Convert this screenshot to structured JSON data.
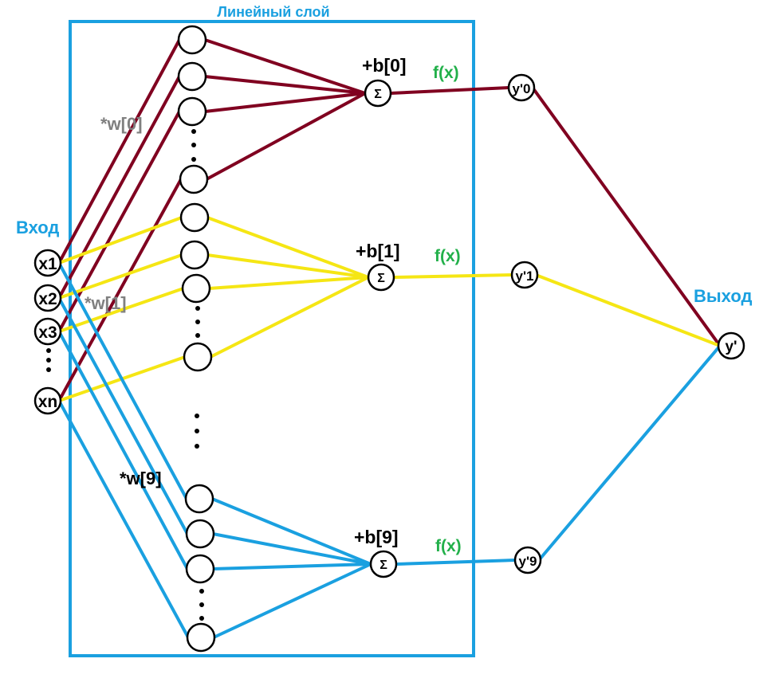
{
  "title": "Линейный слой",
  "input_label": "Вход",
  "output_label": "Выход",
  "inputs": [
    "x1",
    "x2",
    "x3",
    "xn"
  ],
  "weights": [
    "*w[0]",
    "*w[1]",
    "*w[9]"
  ],
  "biases": [
    "+b[0]",
    "+b[1]",
    "+b[9]"
  ],
  "activation": "f(x)",
  "sum_symbol": "Σ",
  "outputs": [
    "y'0",
    "y'1",
    "y'9"
  ],
  "final_output": "y'",
  "colors": {
    "box": "#1aa0e0",
    "group0": "#800020",
    "group1": "#f5e614",
    "group9": "#1aa0e0",
    "label_blue": "#1aa0e0",
    "label_green": "#22b04a",
    "label_gray": "#808080"
  }
}
